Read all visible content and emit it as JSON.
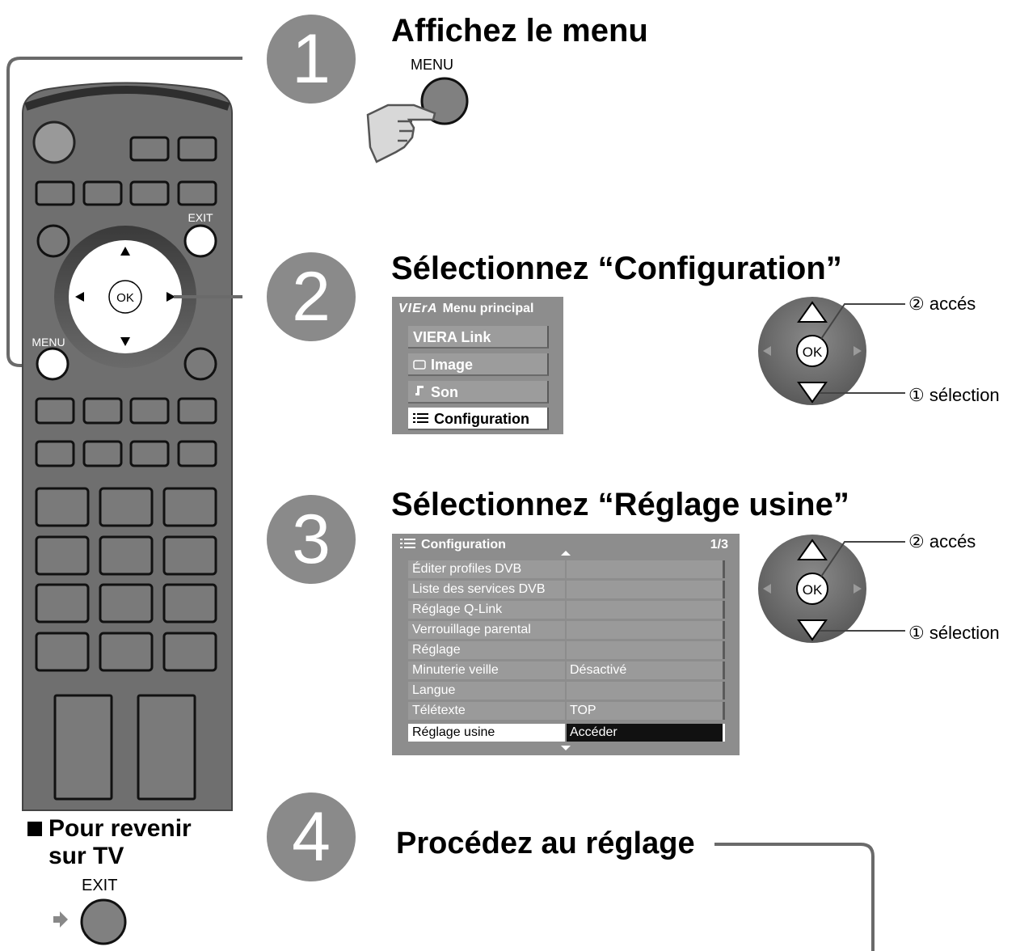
{
  "steps": [
    {
      "number": "1",
      "heading": "Affichez le menu"
    },
    {
      "number": "2",
      "heading": "Sélectionnez “Configuration”"
    },
    {
      "number": "3",
      "heading": "Sélectionnez “Réglage usine”"
    },
    {
      "number": "4",
      "heading": "Procédez au réglage"
    }
  ],
  "step1": {
    "menu_button_label": "MENU"
  },
  "remote": {
    "exit_label": "EXIT",
    "menu_label": "MENU",
    "ok_label": "OK"
  },
  "main_menu": {
    "logo": "VIErA",
    "title": "Menu principal",
    "items": [
      {
        "label": "VIERA Link",
        "icon": ""
      },
      {
        "label": "Image",
        "icon": "screen-icon"
      },
      {
        "label": "Son",
        "icon": "music-note-icon"
      },
      {
        "label": "Configuration",
        "icon": "list-icon"
      }
    ]
  },
  "config_menu": {
    "title": "Configuration",
    "page": "1/3",
    "rows": [
      {
        "label": "Éditer profiles DVB",
        "value": ""
      },
      {
        "label": "Liste des services DVB",
        "value": ""
      },
      {
        "label": "Réglage Q-Link",
        "value": ""
      },
      {
        "label": "Verrouillage parental",
        "value": ""
      },
      {
        "label": "Réglage",
        "value": ""
      },
      {
        "label": "Minuterie veille",
        "value": "Désactivé"
      },
      {
        "label": "Langue",
        "value": ""
      },
      {
        "label": "Télétexte",
        "value": "TOP"
      },
      {
        "label": "Réglage usine",
        "value": "Accéder"
      }
    ]
  },
  "dpad": {
    "ok_label": "OK",
    "access_label": "② accés",
    "select_label": "① sélection"
  },
  "return_tv": {
    "line1": "Pour revenir",
    "line2": "sur TV",
    "exit_label": "EXIT"
  }
}
